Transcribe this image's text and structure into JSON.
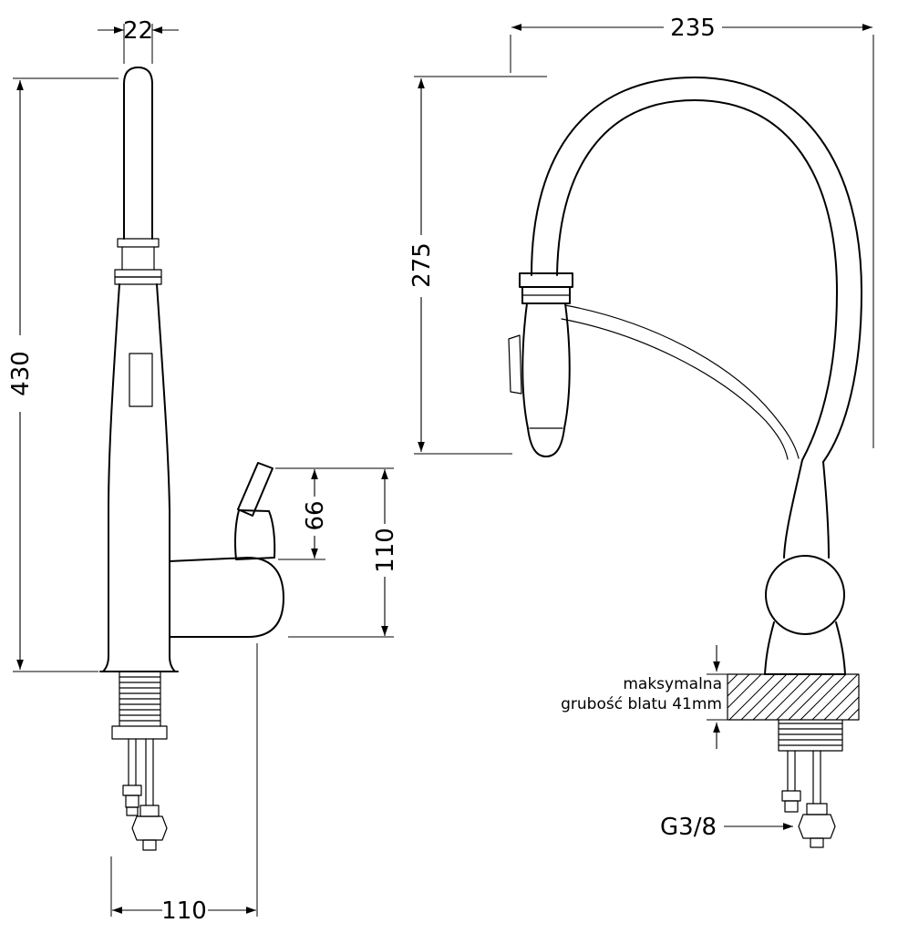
{
  "page": {
    "background": "#ffffff",
    "line_color": "#000000",
    "kind": "faucet technical drawing"
  },
  "left_view": {
    "dims": {
      "spout_diameter": "22",
      "overall_height": "430",
      "handle_height": "66",
      "handle_total_height": "110",
      "base_depth": "110"
    }
  },
  "right_view": {
    "dims": {
      "spout_reach": "235",
      "spout_height": "275"
    },
    "notes": {
      "countertop_line1": "maksymalna",
      "countertop_line2": "grubość blatu 41mm",
      "thread_size": "G3/8"
    }
  }
}
